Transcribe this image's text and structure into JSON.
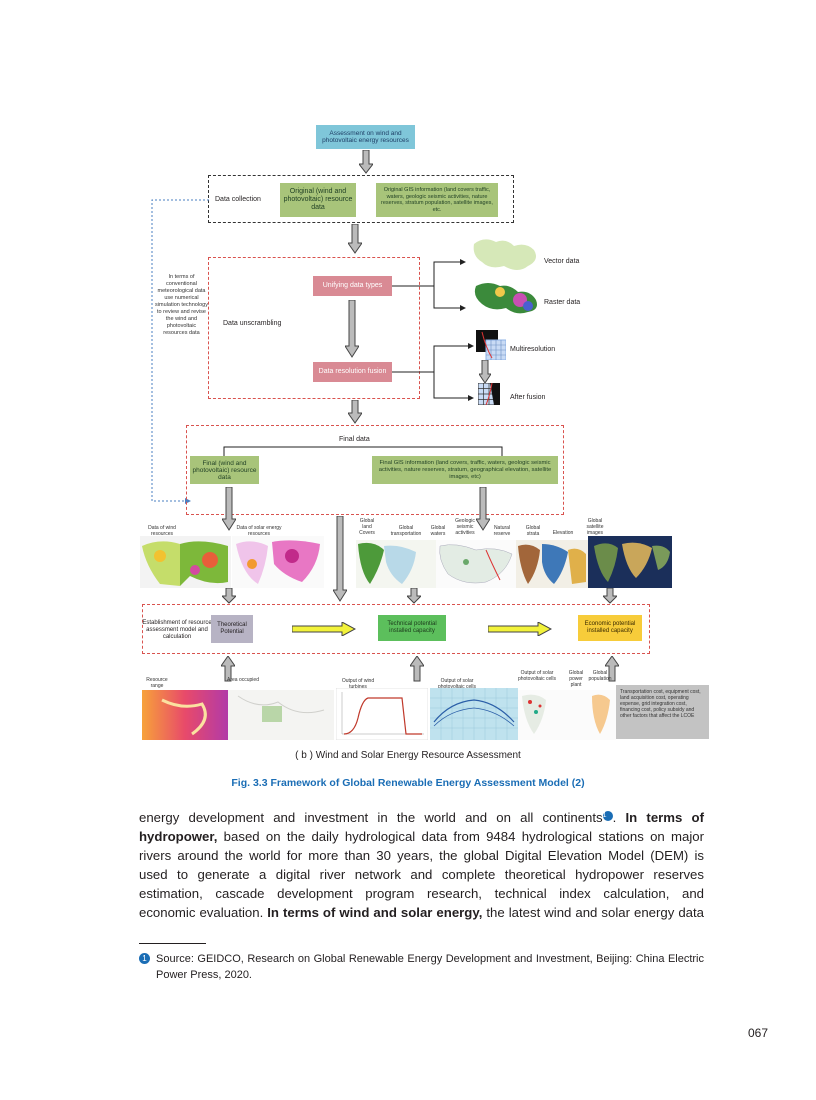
{
  "diagram": {
    "top_box": "Assessment on wind and photovoltaic energy resources",
    "data_collection_label": "Data collection",
    "original_resource_box": "Original (wind and photovoltaic) resource data",
    "original_gis_box": "Original GIS information (land covers traffic, waters, geologic seismic activities, nature reserves, stratum population, satellite images, etc.",
    "left_note": "In terms of conventional meteorological data use numerical simulation technology to review and revise the wind and photovoltaic resources data",
    "data_unscrambling_label": "Data unscrambling",
    "unifying_box": "Unifying data types",
    "resolution_box": "Data resolution fusion",
    "vector_label": "Vector data",
    "raster_label": "Raster data",
    "multiresolution_label": "Multiresolution",
    "after_fusion_label": "After fusion",
    "final_data_label": "Final data",
    "final_resource_box": "Final (wind and photovoltaic) resource data",
    "final_gis_box": "Final GIS information (land covers, traffic, waters, geologic seismic activities, nature reserves, stratum, geographical elevation, satellite images, etc)",
    "map_labels": {
      "wind": "Data of wind resources",
      "solar": "Data of solar energy resources",
      "land": "Global land Covers",
      "transport": "Global transportation",
      "waters": "Global waters",
      "geologic": "Geologic seismic activities",
      "natural": "Natural reserve",
      "strata": "Global strata",
      "elevation": "Elevation",
      "satellite": "Global satellite images"
    },
    "establish_label": "Establishment of resource assessment model and calculation",
    "theoretical_box": "Theoretical Potential",
    "technical_box": "Technical potential installed capacity",
    "economic_box": "Economic potential installed capacity",
    "bottom_labels": {
      "resource_range": "Resource range",
      "area_occupied": "Area occupied",
      "wind_turbines": "Output of wind turbines",
      "pv_cells": "Output of solar photovoltaic cells",
      "pv_cells2": "Output of solar photovoltaic cells",
      "power_plant": "Global power plant",
      "population": "Global population"
    },
    "cost_note": "Transportation cost, equipment cost, land acquisition cost, operating expense, grid integration cost, financing cost, policy subsidy and other factors that affect the LCOE"
  },
  "caption_b": "( b ) Wind and Solar Energy Resource Assessment",
  "figure_caption": "Fig. 3.3   Framework of Global Renewable Energy Assessment Model (2)",
  "body": {
    "line1_a": "energy development and investment in the world and on all continents",
    "line1_b": ". ",
    "line1_bold": "In terms of",
    "line2_bold": "hydropower,",
    "line2_rest": " based on the daily hydrological data from 9484 hydrological stations on major",
    "line3": "rivers around the world for more than 30 years, the global Digital Elevation Model (DEM) is",
    "line4": "used to generate a digital river network and complete theoretical hydropower reserves",
    "line5": "estimation, cascade development program research, technical index calculation, and",
    "line6_a": "economic evaluation. ",
    "line6_bold": "In terms of wind and solar energy,",
    "line6_rest": " the latest wind and solar energy data"
  },
  "footnote_marker": "1",
  "footnote": "Source: GEIDCO, Research on Global Renewable Energy Development and Investment, Beijing: China Electric Power Press, 2020.",
  "page_number": "067",
  "colors": {
    "blue_box": "#7fc6d9",
    "green_box": "#a8c47a",
    "pink_box": "#d98a94",
    "grey_box": "#b7b3c4",
    "bright_green": "#5cbf5c",
    "yellow_box": "#f7cc3a",
    "caption_blue": "#1a6db5",
    "footnote_blue": "#1a6db5"
  }
}
